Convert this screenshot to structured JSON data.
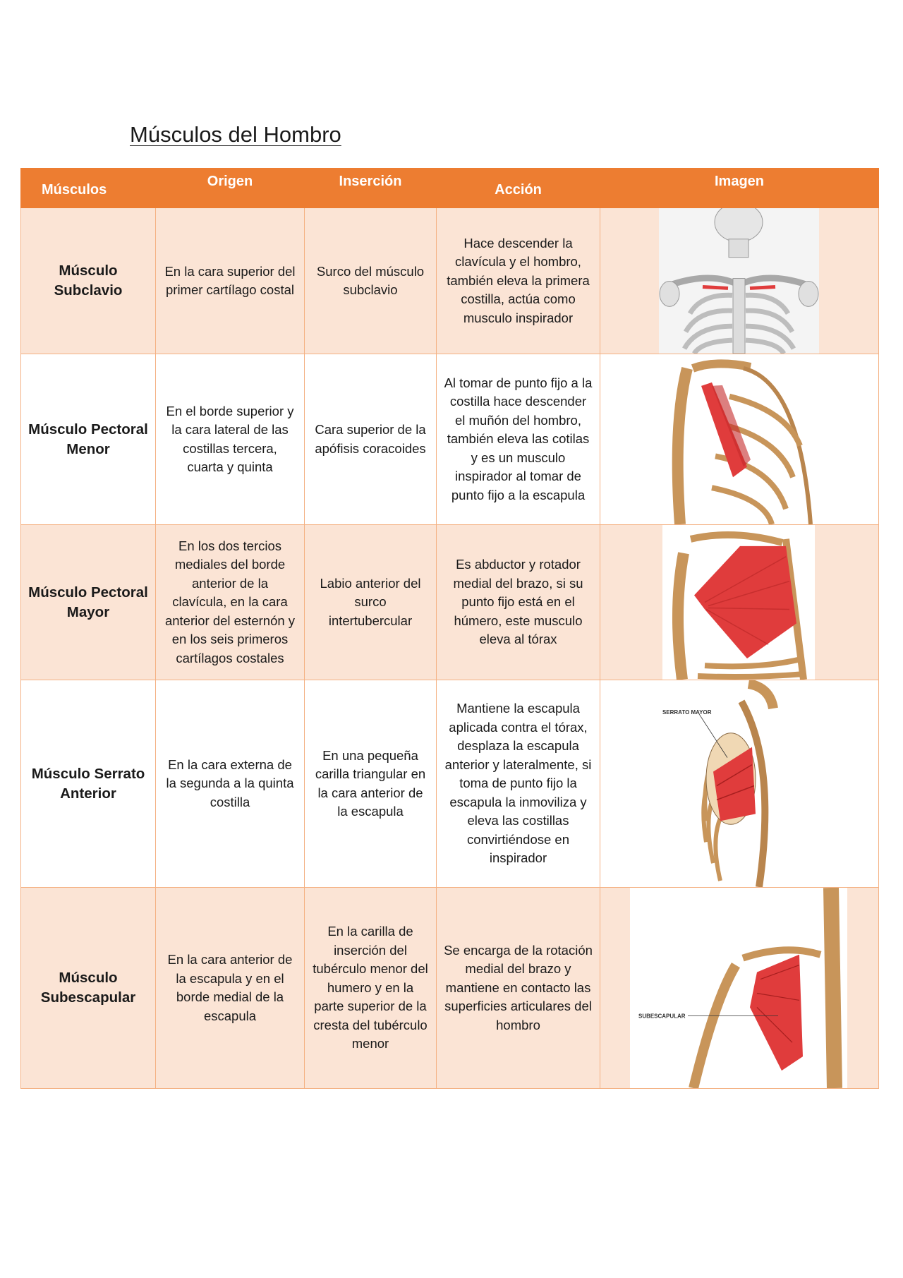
{
  "title": "Músculos del Hombro",
  "headers": {
    "muscles": "Músculos",
    "origin": "Origen",
    "insertion": "Inserción",
    "action": "Acción",
    "image": "Imagen"
  },
  "rows": [
    {
      "name": "Músculo Subclavio",
      "origin": "En la cara superior del primer cartílago costal",
      "insertion": "Surco del músculo subclavio",
      "action": "Hace descender la clavícula y el hombro, también eleva la primera costilla, actúa como musculo inspirador",
      "image": "subclavio-skeleton-illustration"
    },
    {
      "name": "Músculo Pectoral Menor",
      "origin": "En el borde superior y la cara lateral de las costillas tercera, cuarta y quinta",
      "insertion": "Cara superior de la apófisis coracoides",
      "action": "Al tomar de punto fijo a la costilla hace descender el muñón del hombro, también eleva las cotilas y es un musculo inspirador al tomar de punto fijo a la escapula",
      "image": "pectoral-menor-illustration"
    },
    {
      "name": "Músculo Pectoral Mayor",
      "origin": "En los dos tercios mediales del borde anterior de la clavícula, en la cara anterior del esternón y en los seis primeros cartílagos costales",
      "insertion": "Labio anterior del surco intertubercular",
      "action": "Es abductor y rotador medial del brazo, si su punto fijo está en el húmero, este musculo eleva al tórax",
      "image": "pectoral-mayor-illustration"
    },
    {
      "name": "Músculo Serrato Anterior",
      "origin": "En la cara externa de la segunda a la quinta costilla",
      "insertion": "En una pequeña carilla triangular en la cara anterior de la escapula",
      "action": "Mantiene la escapula aplicada contra el tórax, desplaza la escapula anterior y lateralmente, si toma de punto fijo la escapula la inmoviliza y eleva las costillas convirtiéndose en inspirador",
      "image": "serrato-anterior-illustration",
      "image_label": "SERRATO MAYOR"
    },
    {
      "name": "Músculo Subescapular",
      "origin": "En la cara anterior de la escapula y en el borde medial de la escapula",
      "insertion": "En la carilla de inserción del tubérculo menor del humero y en la parte superior de la cresta del tubérculo menor",
      "action": "Se encarga de la rotación medial del brazo y mantiene en contacto las superficies articulares del hombro",
      "image": "subescapular-illustration",
      "image_label": "SUBESCAPULAR"
    }
  ],
  "colors": {
    "header": "#ed7d31",
    "shaded_row": "#fbe4d5",
    "border": "#f4b183",
    "bone": "#c8955a",
    "muscle": "#e03c3c"
  }
}
